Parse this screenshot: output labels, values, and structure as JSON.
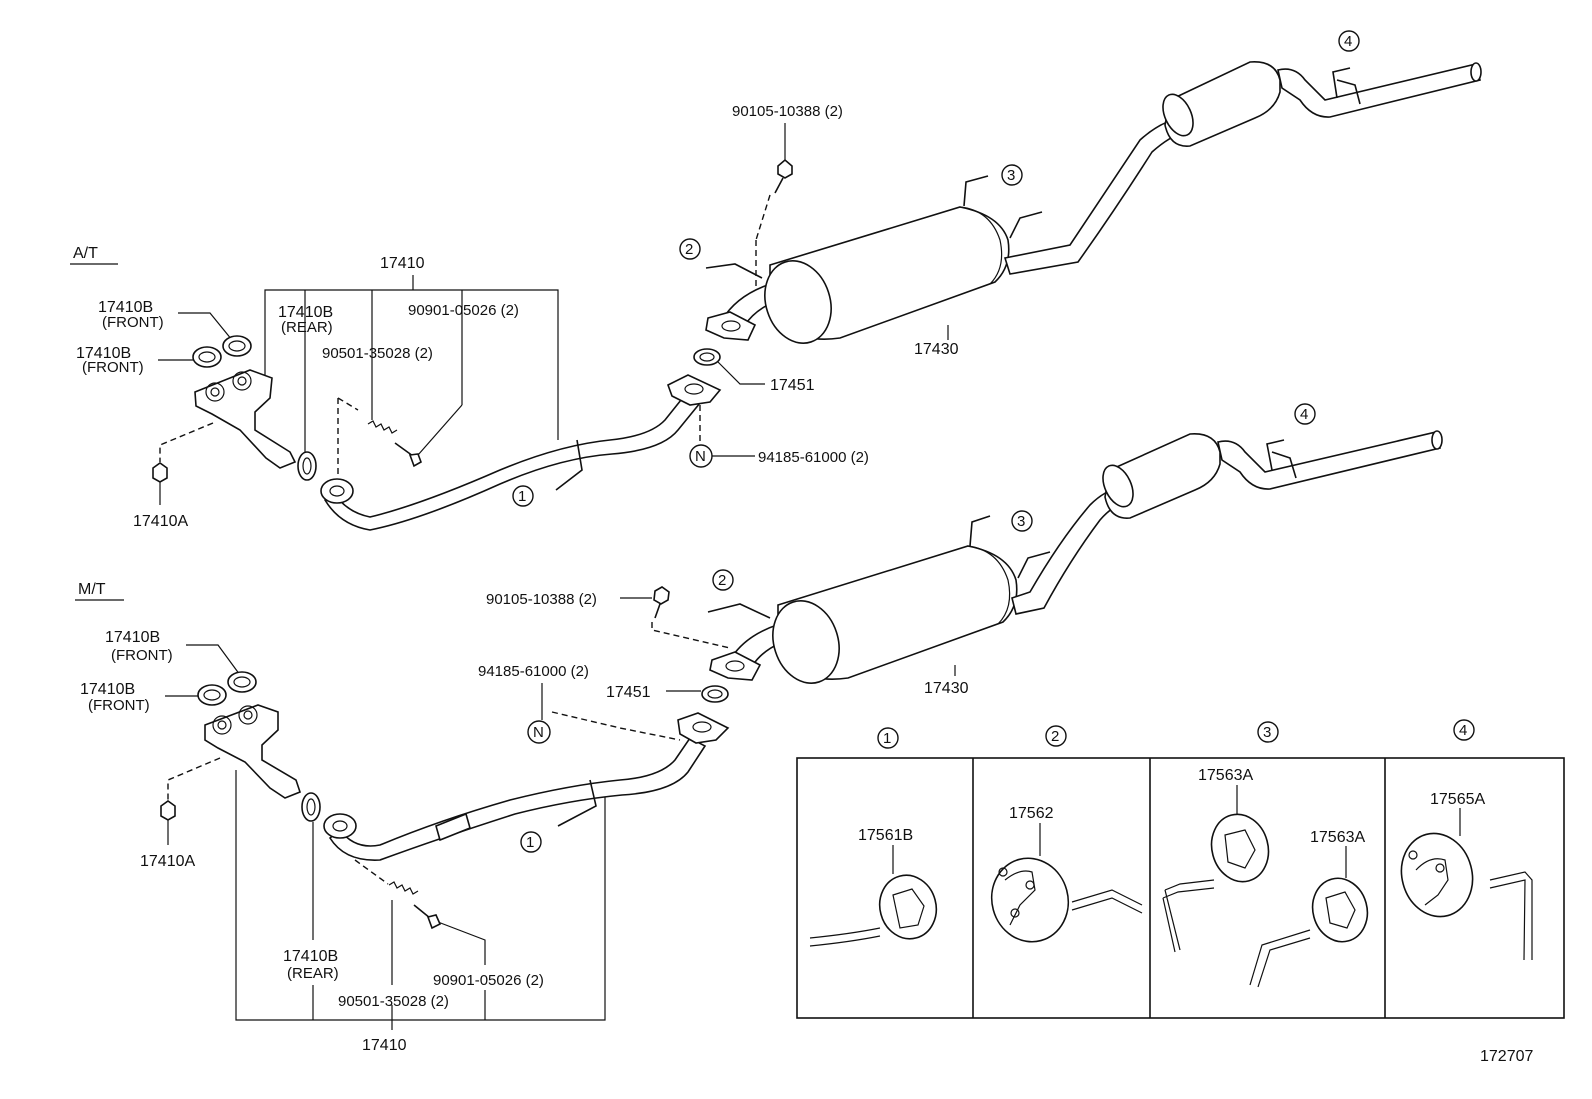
{
  "sections": {
    "at": "A/T",
    "mt": "M/T"
  },
  "at_labels": {
    "assy": "17410",
    "gasket_front_1": "17410B",
    "gasket_front_1_note": "(FRONT)",
    "gasket_front_2": "17410B",
    "gasket_front_2_note": "(FRONT)",
    "gasket_rear": "17410B",
    "gasket_rear_note": "(REAR)",
    "nut": "17410A",
    "bolt": "90901-05026 (2)",
    "spring": "90501-35028 (2)",
    "muffler": "17430",
    "gasket": "17451",
    "nut_n": "94185-61000 (2)",
    "bolt_top": "90105-10388 (2)",
    "n_marker": "N"
  },
  "mt_labels": {
    "assy": "17410",
    "gasket_front_1": "17410B",
    "gasket_front_1_note": "(FRONT)",
    "gasket_front_2": "17410B",
    "gasket_front_2_note": "(FRONT)",
    "gasket_rear": "17410B",
    "gasket_rear_note": "(REAR)",
    "nut": "17410A",
    "bolt": "90901-05026 (2)",
    "spring": "90501-35028 (2)",
    "muffler": "17430",
    "gasket": "17451",
    "nut_n": "94185-61000 (2)",
    "bolt_top": "90105-10388 (2)",
    "n_marker": "N"
  },
  "callouts": [
    "1",
    "2",
    "3",
    "4"
  ],
  "inset": {
    "headers": [
      "1",
      "2",
      "3",
      "4"
    ],
    "parts": {
      "p1": "17561B",
      "p2": "17562",
      "p3a": "17563A",
      "p3b": "17563A",
      "p4": "17565A"
    }
  },
  "figure_id": "172707"
}
